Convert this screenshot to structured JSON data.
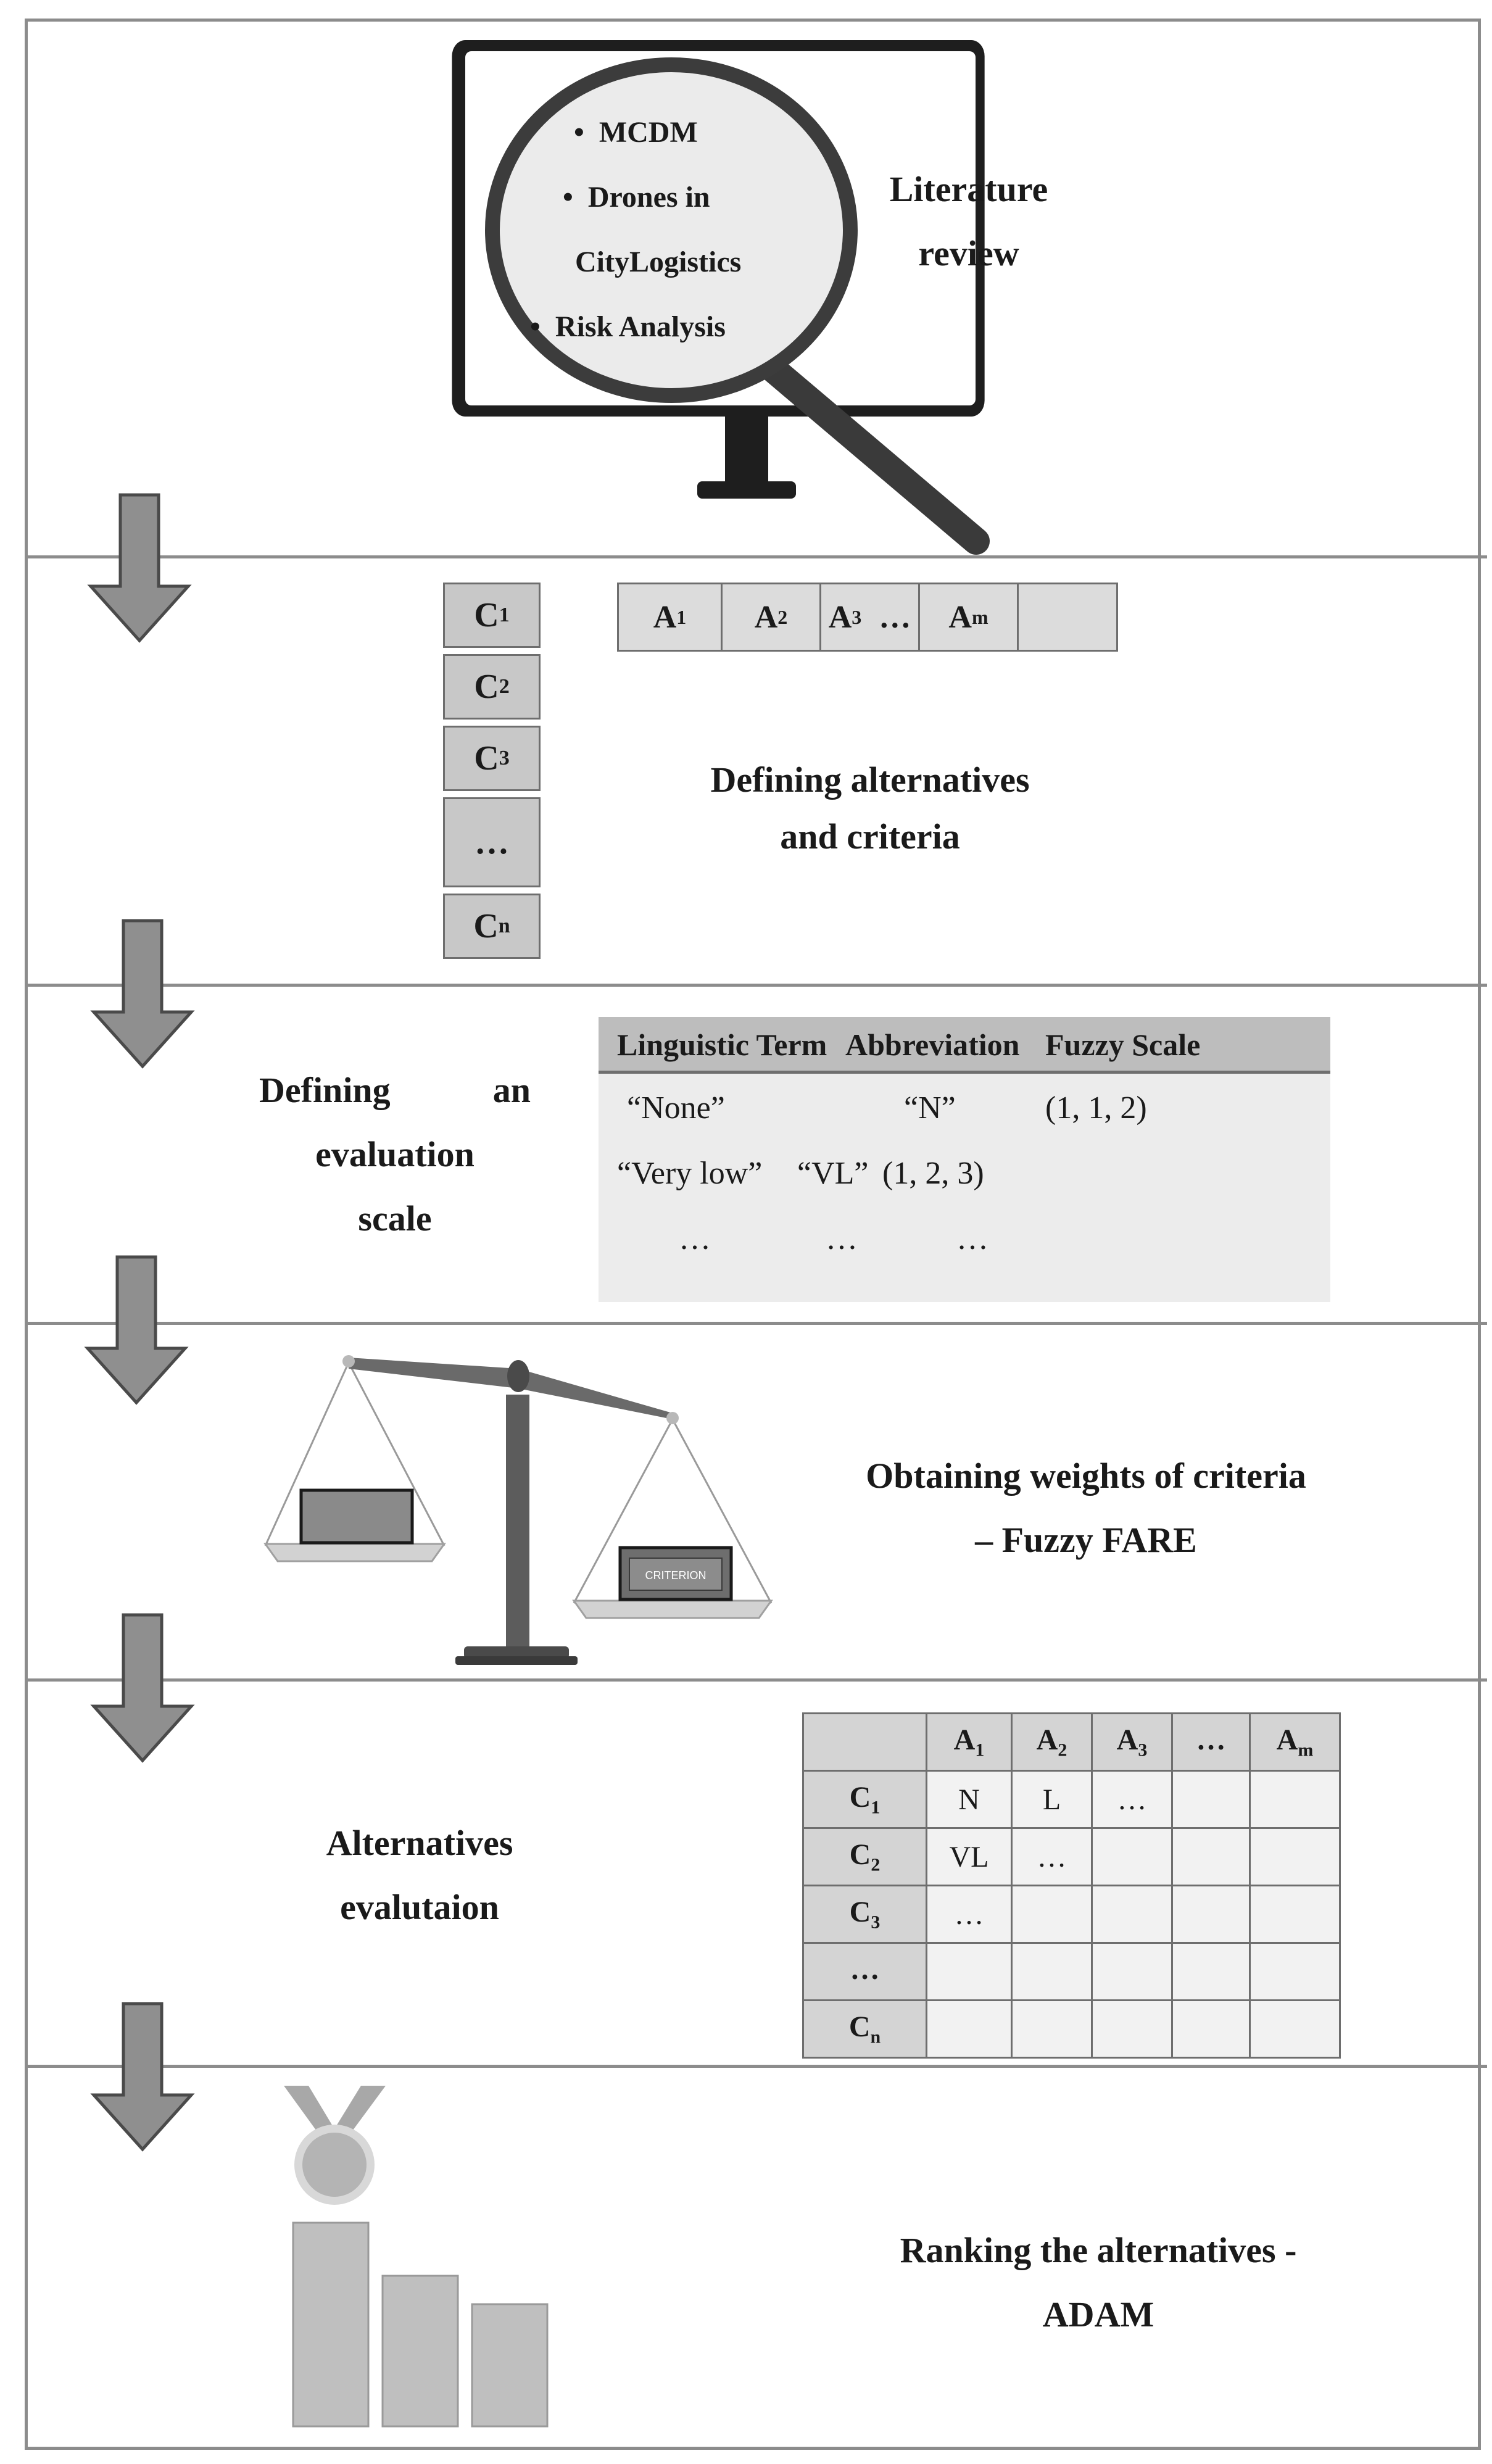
{
  "step1": {
    "bullets": [
      "MCDM",
      "Drones in",
      "CityLogistics",
      "Risk Analysis"
    ],
    "label_line1": "Literature",
    "label_line2": "review"
  },
  "step2": {
    "criteria": [
      {
        "base": "C",
        "sub": "1"
      },
      {
        "base": "C",
        "sub": "2"
      },
      {
        "base": "C",
        "sub": "3"
      },
      {
        "base": "…",
        "sub": ""
      },
      {
        "base": "C",
        "sub": "n"
      }
    ],
    "alternatives": [
      {
        "base": "A",
        "sub": "1"
      },
      {
        "base": "A",
        "sub": "2"
      },
      {
        "base": "A",
        "sub": "3"
      },
      {
        "base": "…",
        "sub": ""
      },
      {
        "base": "A",
        "sub": "m"
      }
    ],
    "label_line1": "Defining alternatives",
    "label_line2": "and criteria"
  },
  "step3": {
    "label_line1a": "Defining",
    "label_line1b": "an",
    "label_line2": "evaluation",
    "label_line3": "scale",
    "table": {
      "headers": [
        "Linguistic Term",
        "Abbreviation",
        "Fuzzy Scale"
      ],
      "rows": [
        [
          "“None”",
          "“N”",
          "(1, 1, 2)"
        ],
        [
          "“Very low”",
          "“VL”",
          "(1, 2, 3)"
        ],
        [
          "…",
          "…",
          "…"
        ]
      ]
    }
  },
  "step4": {
    "plate_label": "CRITERION",
    "label_line1": "Obtaining weights of criteria",
    "label_line2": "– Fuzzy FARE"
  },
  "step5": {
    "label_line1": "Alternatives",
    "label_line2": "evalutaion",
    "col_headers": [
      {
        "base": "A",
        "sub": "1"
      },
      {
        "base": "A",
        "sub": "2"
      },
      {
        "base": "A",
        "sub": "3"
      },
      {
        "base": "…",
        "sub": ""
      },
      {
        "base": "A",
        "sub": "m"
      }
    ],
    "row_headers": [
      {
        "base": "C",
        "sub": "1"
      },
      {
        "base": "C",
        "sub": "2"
      },
      {
        "base": "C",
        "sub": "3"
      },
      {
        "base": "…",
        "sub": ""
      },
      {
        "base": "C",
        "sub": "n"
      }
    ],
    "cells": [
      [
        "N",
        "L",
        "…",
        "",
        ""
      ],
      [
        "VL",
        "…",
        "",
        "",
        ""
      ],
      [
        "…",
        "",
        "",
        "",
        ""
      ],
      [
        "",
        "",
        "",
        "",
        ""
      ],
      [
        "",
        "",
        "",
        "",
        ""
      ]
    ]
  },
  "step6": {
    "label_line1": "Ranking the alternatives -",
    "label_line2": "ADAM"
  },
  "colors": {
    "border": "#8c8c8c",
    "arrow_fill": "#8f8f8f",
    "arrow_stroke": "#4a4a4a",
    "monitor": "#1e1e1e",
    "lens": "#ebebeb",
    "podium": "#bfbfbf"
  }
}
